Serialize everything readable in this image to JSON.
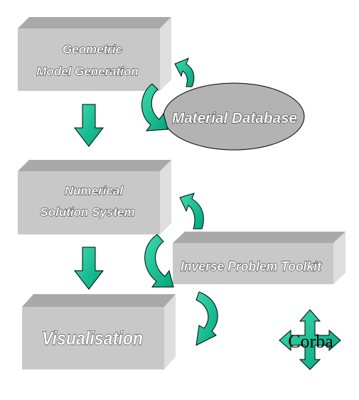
{
  "diagram": {
    "boxes": {
      "geometric_model": {
        "line1": "Geometric",
        "line2": "Model Generation"
      },
      "numerical_solution": {
        "line1": "Numerical",
        "line2": "Solution System"
      },
      "visualisation": {
        "label": "Visualisation"
      },
      "inverse_toolkit": {
        "label": "Inverse Problem Toolkit"
      }
    },
    "material_database": {
      "label": "Material Database"
    },
    "corba": {
      "label": "Corba"
    }
  },
  "colors": {
    "box_front": "#c8c8c8",
    "box_top": "#a9a9a9",
    "box_side": "#dedede",
    "ellipse_fill": "#b3b3b3",
    "arrow_fill": "#00b58c"
  }
}
